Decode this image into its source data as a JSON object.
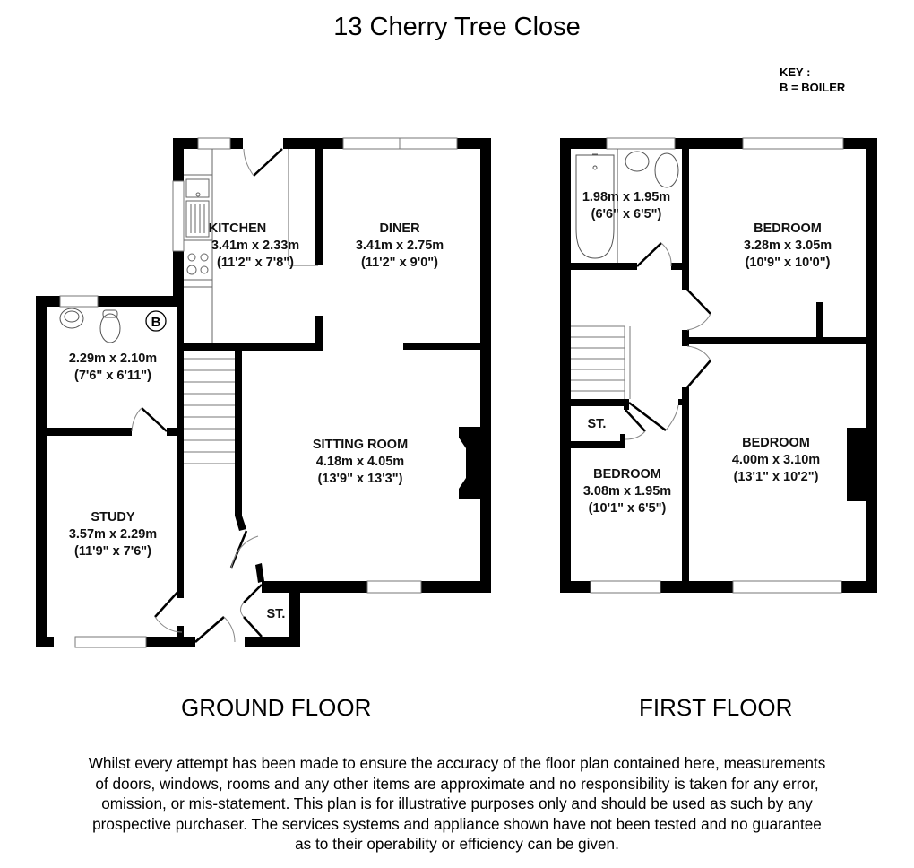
{
  "title": "13 Cherry Tree Close",
  "key": {
    "heading": "KEY :",
    "entry": "B = BOILER"
  },
  "floors": {
    "ground": {
      "label": "GROUND FLOOR",
      "rooms": {
        "kitchen": {
          "name": "KITCHEN",
          "metric": "3.41m x 2.33m",
          "imperial": "(11'2\" x 7'8\")"
        },
        "diner": {
          "name": "DINER",
          "metric": "3.41m x 2.75m",
          "imperial": "(11'2\" x 9'0\")"
        },
        "cloakroom": {
          "name": "",
          "metric": "2.29m x 2.10m",
          "imperial": "(7'6\" x 6'11\")"
        },
        "study": {
          "name": "STUDY",
          "metric": "3.57m x 2.29m",
          "imperial": "(11'9\" x 7'6\")"
        },
        "sitting_room": {
          "name": "SITTING ROOM",
          "metric": "4.18m x 4.05m",
          "imperial": "(13'9\" x 13'3\")"
        },
        "store": {
          "name": "ST."
        }
      },
      "boiler_symbol": "B"
    },
    "first": {
      "label": "FIRST FLOOR",
      "rooms": {
        "bathroom": {
          "name": "",
          "metric": "1.98m x 1.95m",
          "imperial": "(6'6\" x 6'5\")"
        },
        "bedroom_1": {
          "name": "BEDROOM",
          "metric": "3.28m x 3.05m",
          "imperial": "(10'9\" x 10'0\")"
        },
        "bedroom_2": {
          "name": "BEDROOM",
          "metric": "4.00m x 3.10m",
          "imperial": "(13'1\" x 10'2\")"
        },
        "bedroom_3": {
          "name": "BEDROOM",
          "metric": "3.08m x 1.95m",
          "imperial": "(10'1\" x 6'5\")"
        },
        "store": {
          "name": "ST."
        }
      }
    }
  },
  "disclaimer": {
    "lines": [
      "Whilst every attempt has been made to ensure the accuracy of the floor plan contained here, measurements",
      "of doors, windows, rooms and any other items are approximate and no responsibility is taken for any error,",
      "omission, or mis-statement. This plan is for illustrative purposes only and should be used as such by any",
      "prospective purchaser. The services systems and appliance shown have not been tested and no guarantee",
      "as to their operability or efficiency can be given."
    ]
  },
  "colors": {
    "wall": "#000000",
    "background": "#ffffff",
    "fixture_line": "#555555"
  }
}
